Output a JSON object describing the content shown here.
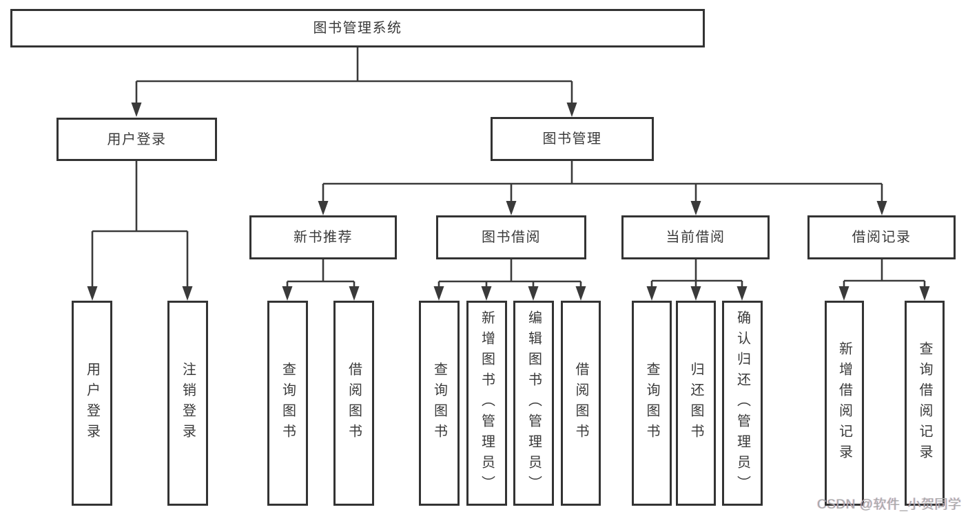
{
  "diagram": {
    "title_node": "图书管理系统",
    "level2": {
      "user_login": "用户登录",
      "book_management": "图书管理"
    },
    "level3": {
      "new_book_recommend": "新书推荐",
      "book_borrow": "图书借阅",
      "current_borrow": "当前借阅",
      "borrow_record": "借阅记录"
    },
    "leaves": {
      "user_login": "用户登录",
      "logout_login": "注销登录",
      "nb_query_books": "查询图书",
      "nb_borrow_books": "借阅图书",
      "bb_query_books": "查询图书",
      "bb_add_book_admin": "新增图书（管理员）",
      "bb_edit_book_admin": "编辑图书（管理员）",
      "bb_borrow_books": "借阅图书",
      "cb_query_books": "查询图书",
      "cb_return_book": "归还图书",
      "cb_confirm_return_admin": "确认归还（管理员）",
      "br_add_record": "新增借阅记录",
      "br_query_record": "查询借阅记录"
    }
  },
  "watermark": "CSDN @软件_小贺同学",
  "colors": {
    "line": "#3a3a3a",
    "box_border": "#333333",
    "text": "#3a3a3a",
    "watermark_text": "#a9a9a9",
    "background": "#ffffff"
  }
}
